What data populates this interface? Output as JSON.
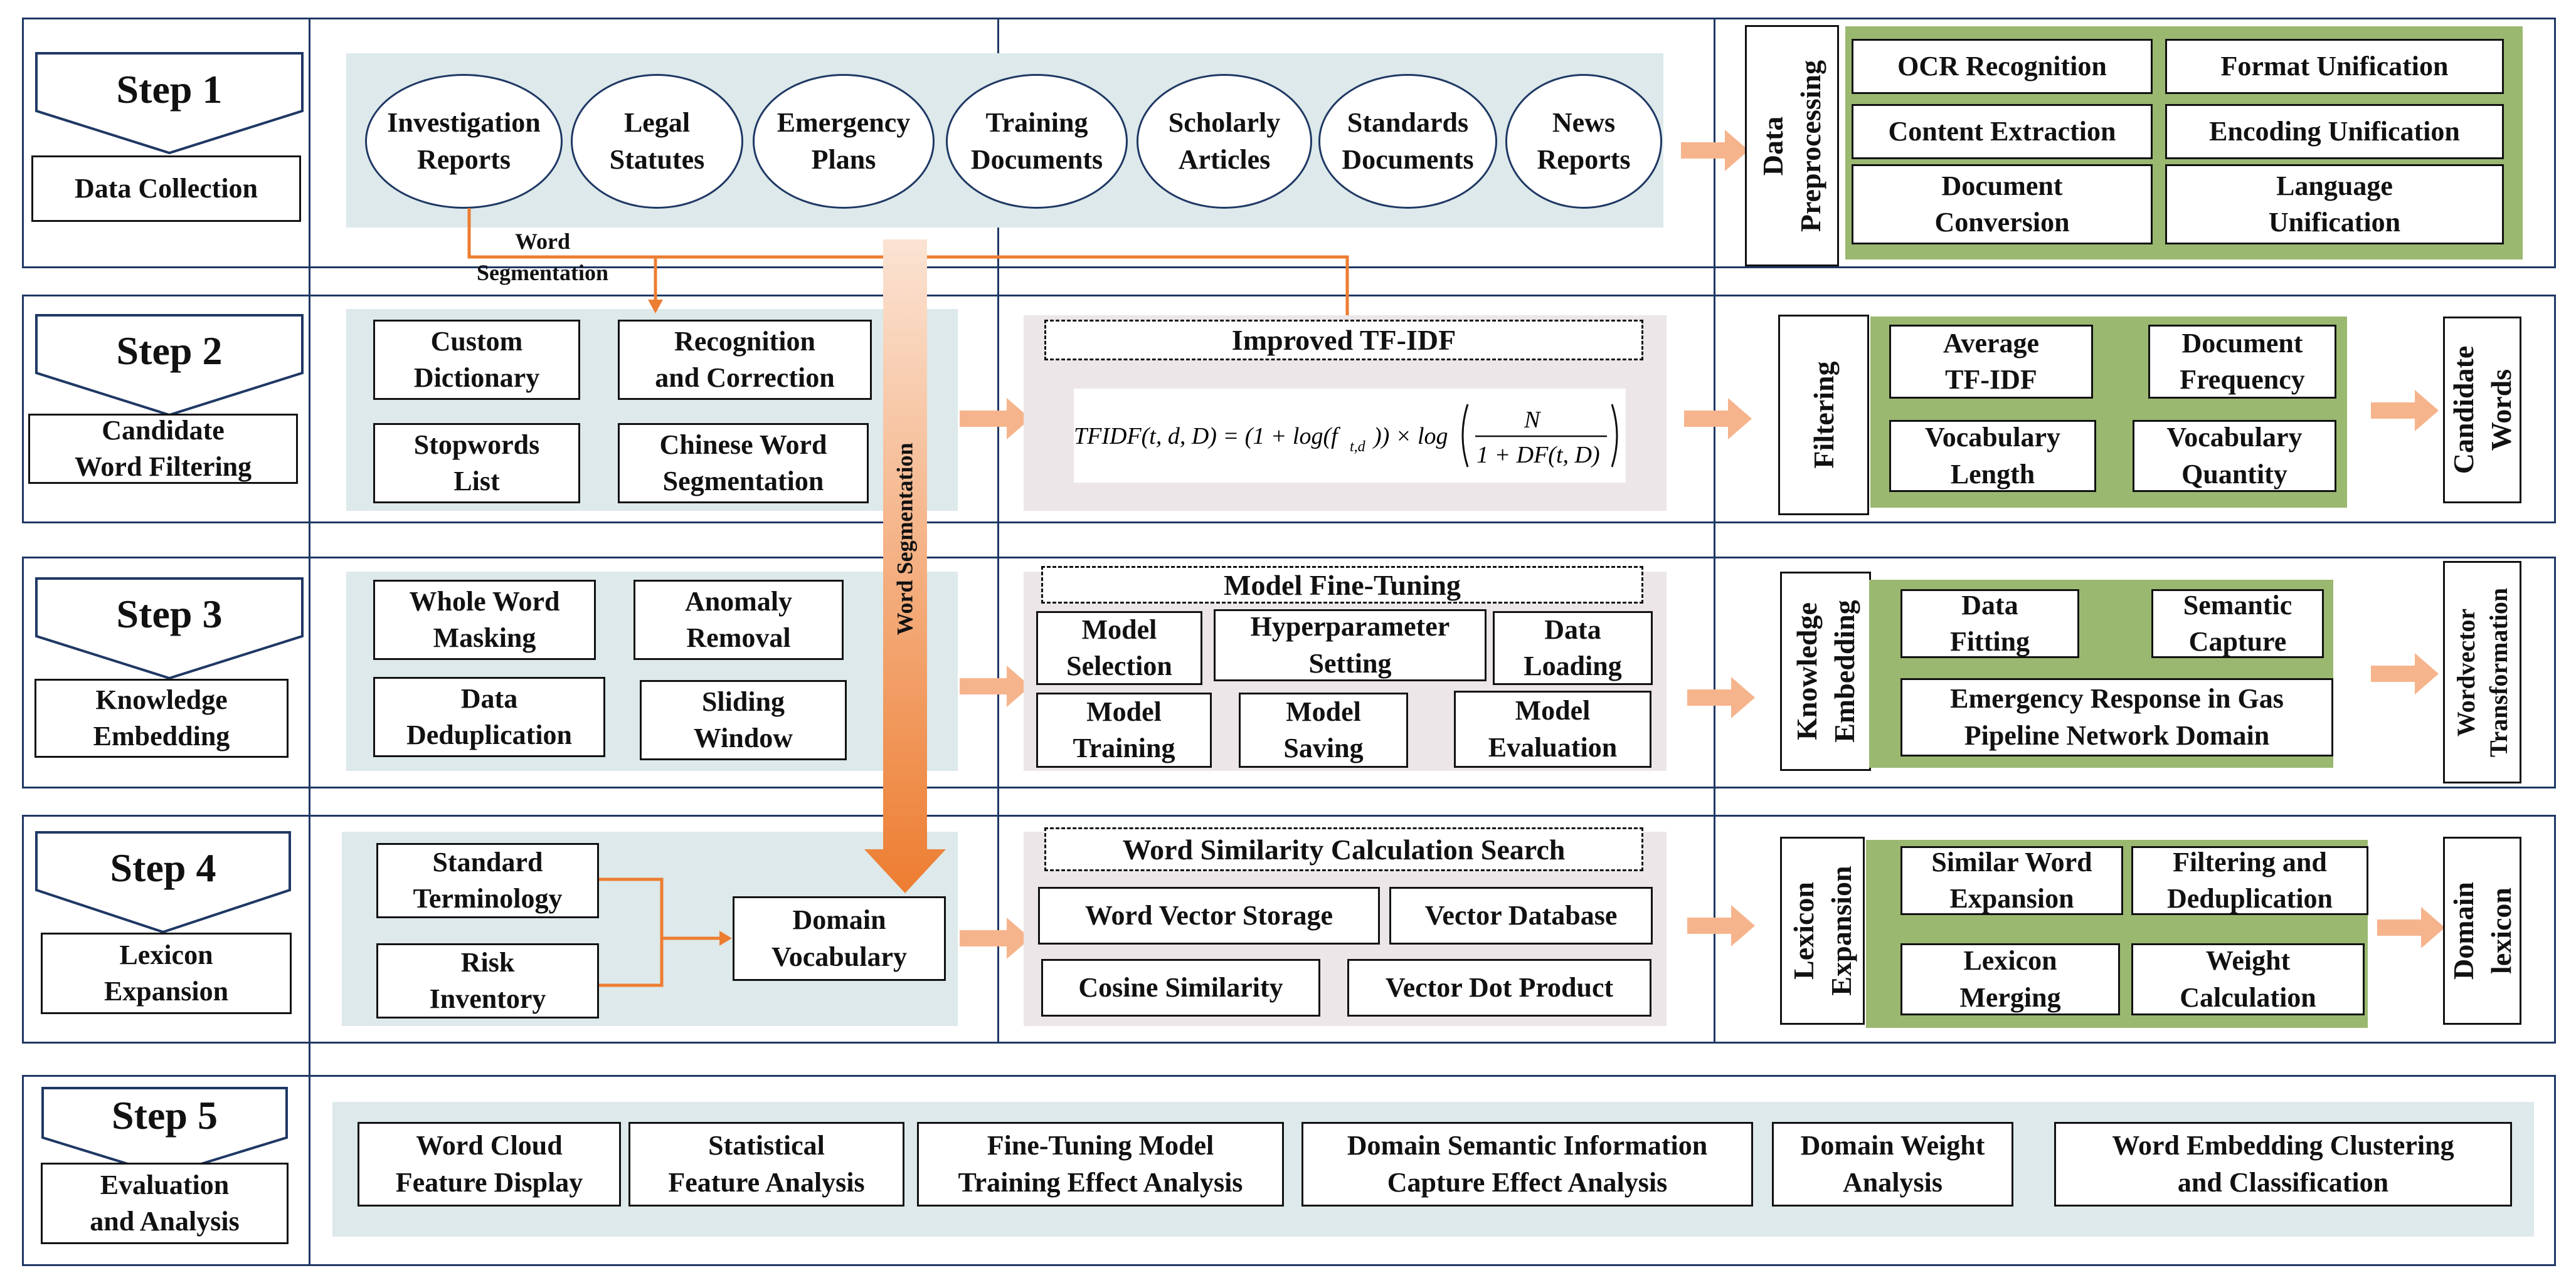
{
  "steps": [
    {
      "title": "Step 1",
      "name": "Data Collection"
    },
    {
      "title": "Step 2",
      "name": "Candidate\nWord Filtering"
    },
    {
      "title": "Step 3",
      "name": "Knowledge\nEmbedding"
    },
    {
      "title": "Step 4",
      "name": "Lexicon\nExpansion"
    },
    {
      "title": "Step 5",
      "name": "Evaluation\nand Analysis"
    }
  ],
  "row1": {
    "sources": [
      "Investigation\nReports",
      "Legal\nStatutes",
      "Emergency\nPlans",
      "Training\nDocuments",
      "Scholarly\nArticles",
      "Standards\nDocuments",
      "News\nReports"
    ],
    "preprocess_label": "Data\nPreprocessing",
    "preprocess_items": [
      "OCR Recognition",
      "Format Unification",
      "Content Extraction",
      "Encoding Unification",
      "Document\nConversion",
      "Language\nUnification"
    ]
  },
  "connector": {
    "word_segmentation_small": "Word\nSegmentation",
    "word_segmentation_vertical": "Word Segmentation"
  },
  "row2": {
    "items": [
      "Custom\nDictionary",
      "Recognition\nand Correction",
      "Stopwords\nList",
      "Chinese Word\nSegmentation"
    ],
    "tfidf_title": "Improved TF-IDF",
    "filter_label": "Filtering",
    "filter_items": [
      "Average\nTF-IDF",
      "Document\nFrequency",
      "Vocabulary\nLength",
      "Vocabulary\nQuantity"
    ],
    "output": "Candidate\nWords"
  },
  "row3": {
    "items": [
      "Whole Word\nMasking",
      "Anomaly\nRemoval",
      "Data\nDeduplication",
      "Sliding\nWindow"
    ],
    "finetune_title": "Model Fine-Tuning",
    "finetune_items": [
      "Model\nSelection",
      "Hyperparameter\nSetting",
      "Data\nLoading",
      "Model\nTraining",
      "Model\nSaving",
      "Model\nEvaluation"
    ],
    "embed_label": "Knowledge\nEmbedding",
    "embed_items": [
      "Data\nFitting",
      "Semantic\nCapture",
      "Emergency Response in Gas\nPipeline Network Domain"
    ],
    "output": "Wordvector\nTransformation"
  },
  "row4": {
    "items": [
      "Standard\nTerminology",
      "Risk\nInventory"
    ],
    "domain_vocab": "Domain\nVocabulary",
    "similarity_title": "Word Similarity Calculation Search",
    "similarity_items": [
      "Word Vector Storage",
      "Vector Database",
      "Cosine Similarity",
      "Vector Dot Product"
    ],
    "expansion_label": "Lexicon\nExpansion",
    "expansion_items": [
      "Similar Word\nExpansion",
      "Filtering and\nDeduplication",
      "Lexicon\nMerging",
      "Weight\nCalculation"
    ],
    "output": "Domain\nlexicon"
  },
  "row5": {
    "items": [
      "Word Cloud\nFeature Display",
      "Statistical\nFeature Analysis",
      "Fine-Tuning Model\nTraining Effect Analysis",
      "Domain Semantic Information\nCapture Effect Analysis",
      "Domain Weight\nAnalysis",
      "Word Embedding Clustering\nand Classification"
    ]
  },
  "colors": {
    "frame": "#1f3864",
    "panel": "#dde9ea",
    "green": "#9bb870",
    "gray": "#ece6e8",
    "orange": "#ed7d31",
    "arrow": "#f6b48c"
  }
}
